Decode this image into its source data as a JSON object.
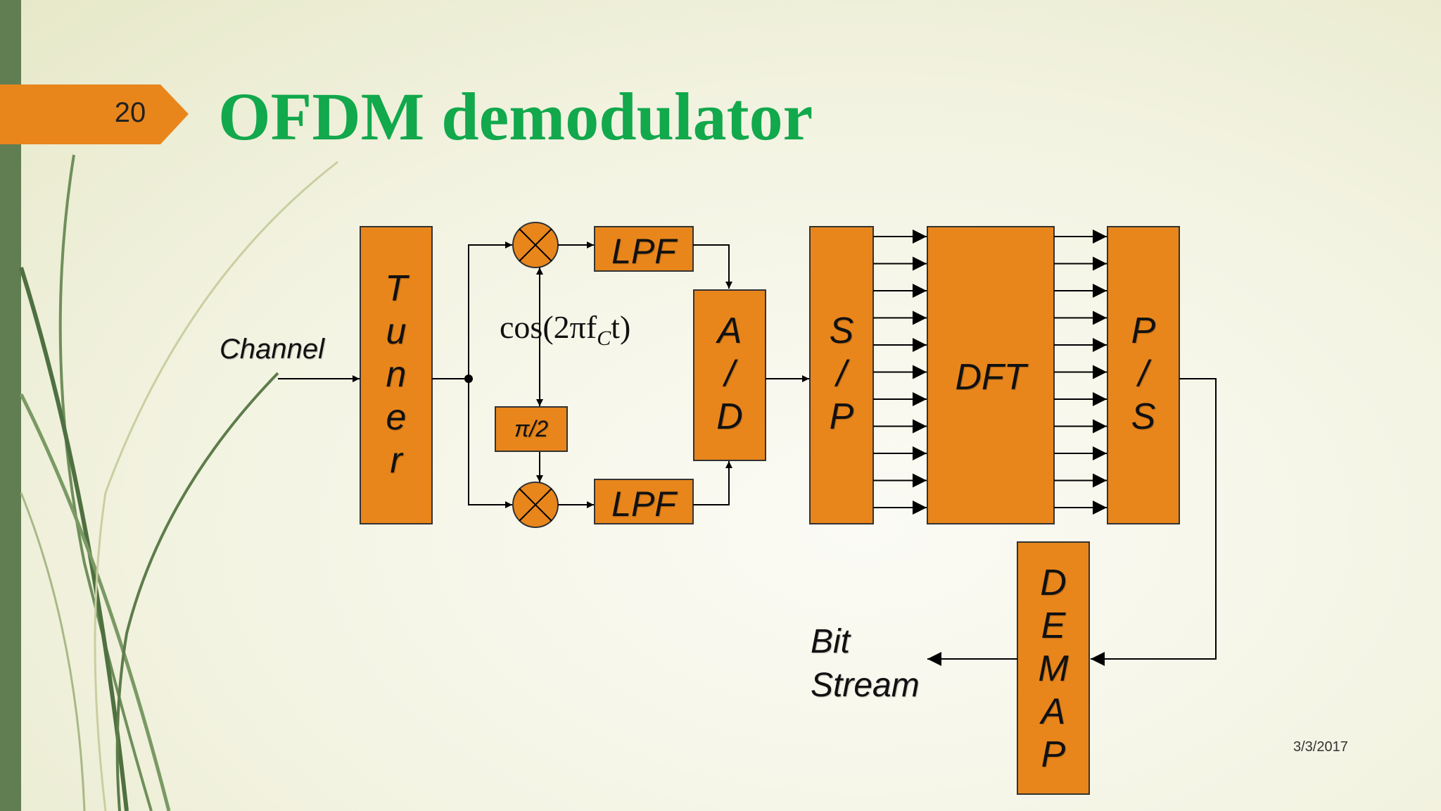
{
  "slide": {
    "number": "20",
    "title": "OFDM demodulator",
    "date": "3/3/2017"
  },
  "diagram": {
    "channel_label": "Channel",
    "tuner_label": "Tuner",
    "lpf_label": "LPF",
    "carrier_label": "cos(2πf",
    "carrier_subscript": "C",
    "carrier_suffix": "t)",
    "phase_label": "π/2",
    "adc_label": "A/D",
    "sp_label": "S/P",
    "dft_label": "DFT",
    "ps_label": "P/S",
    "demap_label": "DEMAP",
    "output_line1": "Bit",
    "output_line2": "Stream"
  },
  "colors": {
    "title": "#12a84c",
    "block_fill": "#e8861c",
    "slide_tab": "#e8861c",
    "side_bar": "#617d52"
  }
}
